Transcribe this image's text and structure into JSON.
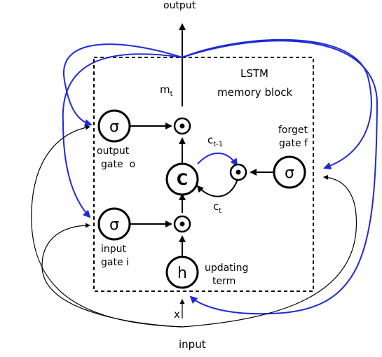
{
  "labels": {
    "output": "output",
    "input": "input",
    "x": "x",
    "block_title_1": "LSTM",
    "block_title_2": "memory block",
    "m_t_base": "m",
    "m_t_sub": "t",
    "c_prev_base": "c",
    "c_prev_sub": "t-1",
    "c_t_base": "c",
    "c_t_sub": "t",
    "output_gate_1": "output",
    "output_gate_2": "gate  o",
    "input_gate_1": "input",
    "input_gate_2": "gate i",
    "forget_gate_1": "forget",
    "forget_gate_2": "gate f",
    "update_1": "updating",
    "update_2": "term"
  },
  "nodes": {
    "sigma": "σ",
    "cell": "C",
    "h": "h"
  },
  "colors": {
    "line": "#000000",
    "recurrent": "#1f2ad6",
    "background": "#ffffff"
  }
}
